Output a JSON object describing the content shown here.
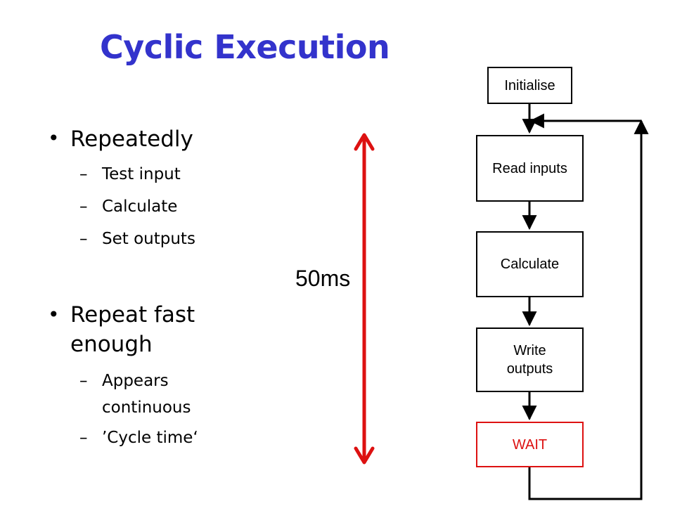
{
  "title": "Cyclic Execution",
  "bullets": [
    {
      "text": "Repeatedly",
      "subitems": [
        "Test input",
        "Calculate",
        "Set outputs"
      ]
    },
    {
      "text": "Repeat fast enough",
      "subitems": [
        "Appears continuous",
        "’Cycle time‘"
      ]
    }
  ],
  "bullet_symbol": "•",
  "sub_bullet_symbol": "–",
  "duration_label": "50ms",
  "flowchart": {
    "steps": [
      "Initialise",
      "Read inputs",
      "Calculate",
      "Write outputs",
      "WAIT"
    ],
    "step_colors": [
      "#000000",
      "#000000",
      "#000000",
      "#000000",
      "#dd1111"
    ]
  },
  "colors": {
    "title": "#3333cc",
    "arrow": "#dd1111",
    "flow_line": "#000000"
  }
}
